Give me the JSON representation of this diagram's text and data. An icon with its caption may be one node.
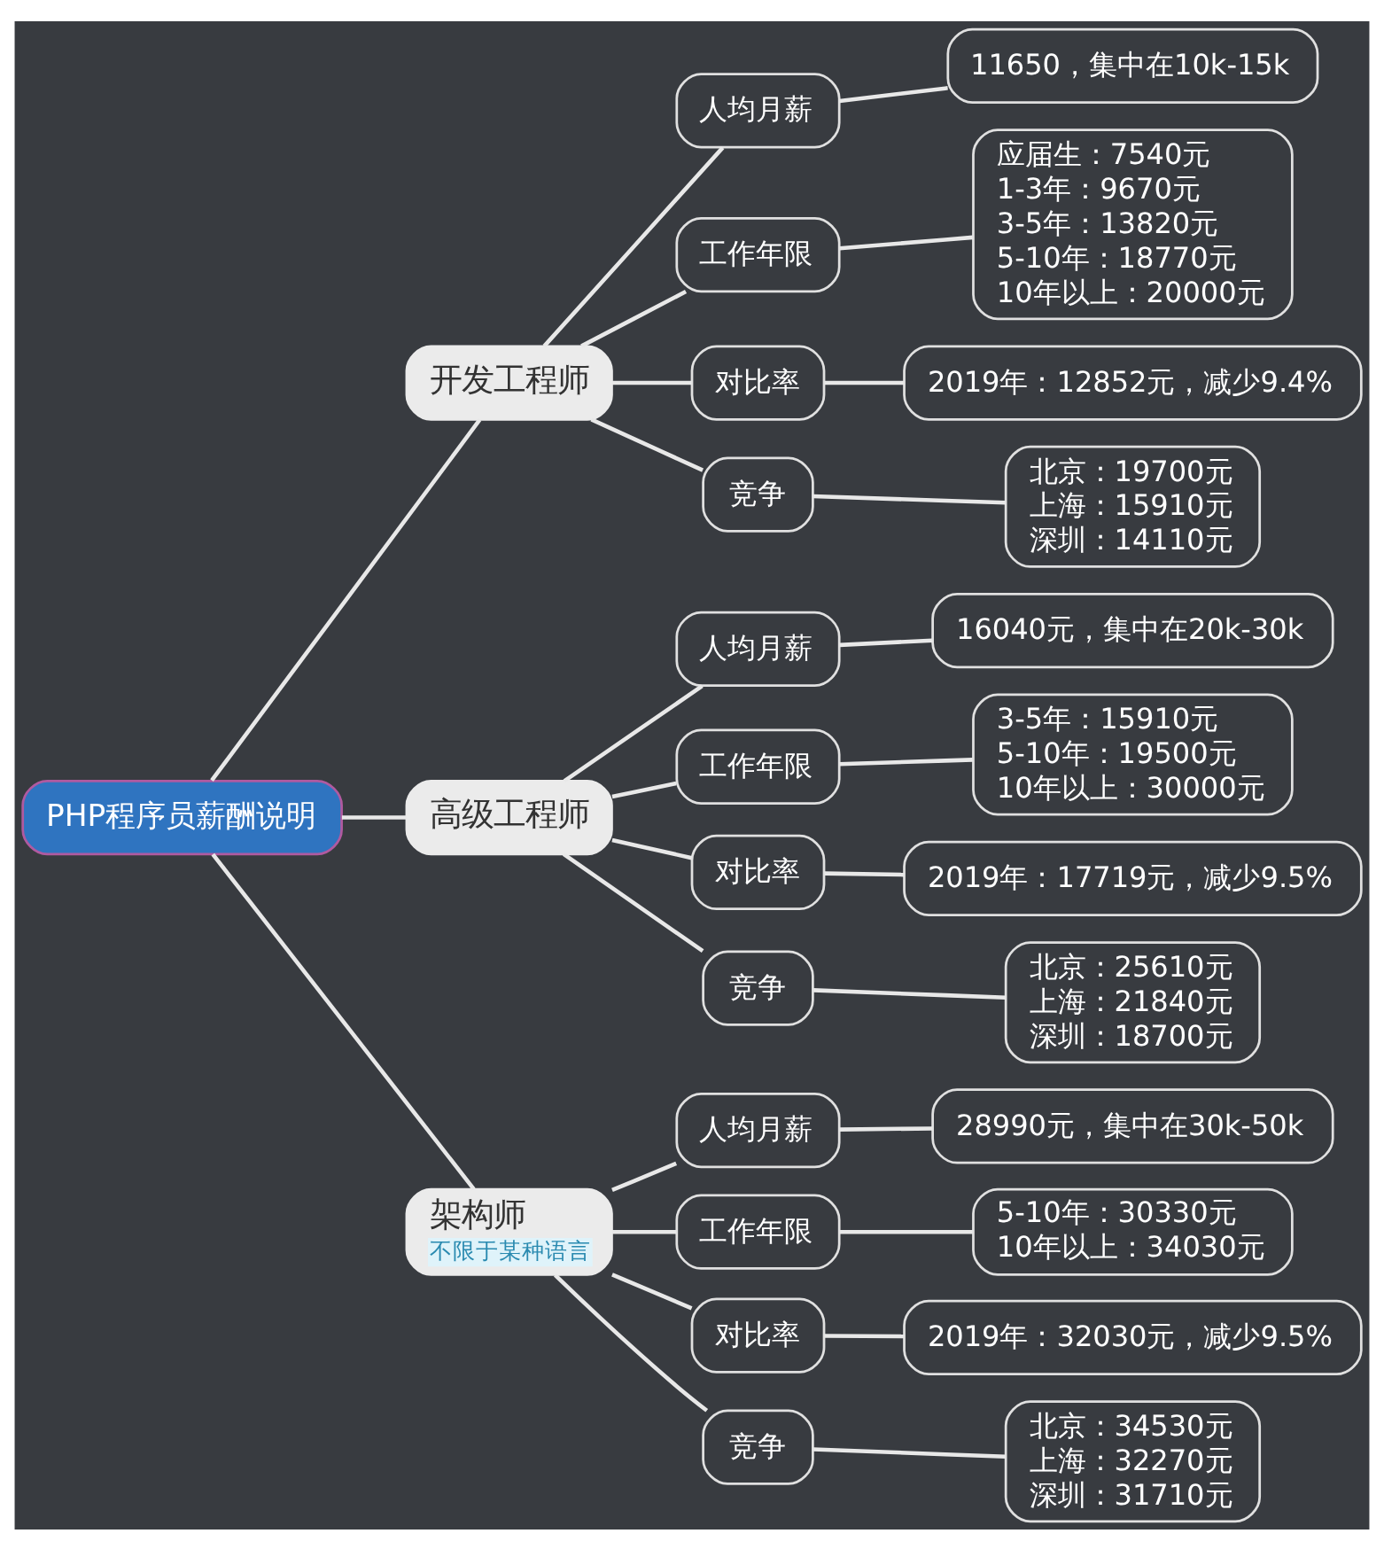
{
  "diagram": {
    "nodes": [
      {
        "text": [
          "PHP程序员薪酬说明"
        ]
      },
      {
        "text": [
          "开发工程师"
        ]
      },
      {
        "text": [
          "人均月薪"
        ]
      },
      {
        "text": [
          "11650，集中在10k-15k"
        ]
      },
      {
        "text": [
          "工作年限"
        ]
      },
      {
        "text": [
          "应届生：7540元",
          "1-3年：9670元",
          "3-5年：13820元",
          "5-10年：18770元",
          "10年以上：20000元"
        ]
      },
      {
        "text": [
          "对比率"
        ]
      },
      {
        "text": [
          "2019年：12852元，减少9.4%"
        ]
      },
      {
        "text": [
          "竞争"
        ]
      },
      {
        "text": [
          "北京：19700元",
          "上海：15910元",
          "深圳：14110元"
        ]
      },
      {
        "text": [
          "高级工程师"
        ]
      },
      {
        "text": [
          "人均月薪"
        ]
      },
      {
        "text": [
          "16040元，集中在20k-30k"
        ]
      },
      {
        "text": [
          "工作年限"
        ]
      },
      {
        "text": [
          "3-5年：15910元",
          "5-10年：19500元",
          "10年以上：30000元"
        ]
      },
      {
        "text": [
          "对比率"
        ]
      },
      {
        "text": [
          "2019年：17719元，减少9.5%"
        ]
      },
      {
        "text": [
          "竞争"
        ]
      },
      {
        "text": [
          "北京：25610元",
          "上海：21840元",
          "深圳：18700元"
        ]
      },
      {
        "text": [
          "架构师",
          "不限于某种语言"
        ]
      },
      {
        "text": [
          "人均月薪"
        ]
      },
      {
        "text": [
          "28990元，集中在30k-50k"
        ]
      },
      {
        "text": [
          "工作年限"
        ]
      },
      {
        "text": [
          "5-10年：30330元",
          "10年以上：34030元"
        ]
      },
      {
        "text": [
          "对比率"
        ]
      },
      {
        "text": [
          "2019年：32030元，减少9.5%"
        ]
      },
      {
        "text": [
          "竞争"
        ]
      },
      {
        "text": [
          "北京：34530元",
          "上海：32270元",
          "深圳：31710元"
        ]
      }
    ],
    "edges": [
      {
        "from": 0,
        "to": 1,
        "arrow": "none"
      },
      {
        "from": 1,
        "to": 2,
        "arrow": "none"
      },
      {
        "from": 2,
        "to": 3,
        "arrow": "none"
      },
      {
        "from": 1,
        "to": 4,
        "arrow": "none"
      },
      {
        "from": 4,
        "to": 5,
        "arrow": "none"
      },
      {
        "from": 1,
        "to": 6,
        "arrow": "none"
      },
      {
        "from": 6,
        "to": 7,
        "arrow": "none"
      },
      {
        "from": 1,
        "to": 8,
        "arrow": "none"
      },
      {
        "from": 8,
        "to": 9,
        "arrow": "none"
      },
      {
        "from": 0,
        "to": 10,
        "arrow": "none"
      },
      {
        "from": 10,
        "to": 11,
        "arrow": "none"
      },
      {
        "from": 11,
        "to": 12,
        "arrow": "none"
      },
      {
        "from": 10,
        "to": 13,
        "arrow": "none"
      },
      {
        "from": 13,
        "to": 14,
        "arrow": "none"
      },
      {
        "from": 10,
        "to": 15,
        "arrow": "none"
      },
      {
        "from": 15,
        "to": 16,
        "arrow": "none"
      },
      {
        "from": 10,
        "to": 17,
        "arrow": "none"
      },
      {
        "from": 17,
        "to": 18,
        "arrow": "none"
      },
      {
        "from": 0,
        "to": 19,
        "arrow": "none"
      },
      {
        "from": 19,
        "to": 20,
        "arrow": "none"
      },
      {
        "from": 20,
        "to": 21,
        "arrow": "none"
      },
      {
        "from": 19,
        "to": 22,
        "arrow": "none"
      },
      {
        "from": 22,
        "to": 23,
        "arrow": "none"
      },
      {
        "from": 19,
        "to": 24,
        "arrow": "none"
      },
      {
        "from": 24,
        "to": 25,
        "arrow": "none"
      },
      {
        "from": 19,
        "to": 26,
        "arrow": "none"
      },
      {
        "from": 26,
        "to": 27,
        "arrow": "none"
      }
    ]
  }
}
